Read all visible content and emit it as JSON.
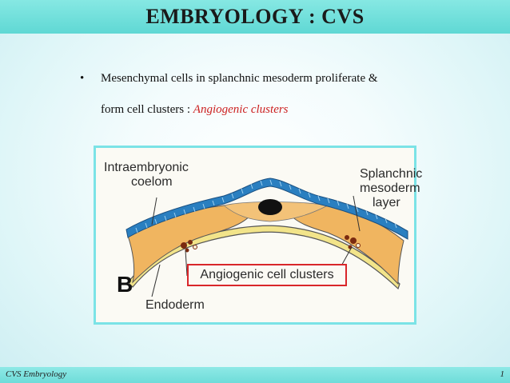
{
  "slide": {
    "title": "EMBRYOLOGY : CVS",
    "bullet": {
      "marker": "•",
      "line1": "Mesenchymal cells in splanchnic mesoderm proliferate &",
      "line2_prefix": "form cell clusters : ",
      "line2_highlight": "Angiogenic clusters"
    },
    "figure": {
      "label_coelom_1": "Intraembryonic",
      "label_coelom_2": "coelom",
      "label_splanchnic_1": "Splanchnic",
      "label_splanchnic_2": "mesoderm",
      "label_splanchnic_3": "layer",
      "label_callout": "Angiogenic cell clusters",
      "label_letter": "B",
      "label_endoderm": "Endoderm"
    },
    "footer": {
      "left": "CVS Embryology",
      "right": "1"
    }
  },
  "colors": {
    "title_bar": "#5fd8d4",
    "highlight": "#cc1f1f",
    "callout_border": "#d9262a",
    "figure_border": "#7be3e6",
    "ectoderm": "#2a7fc0",
    "mesoderm": "#f0b560",
    "endoderm": "#f2e48a"
  }
}
